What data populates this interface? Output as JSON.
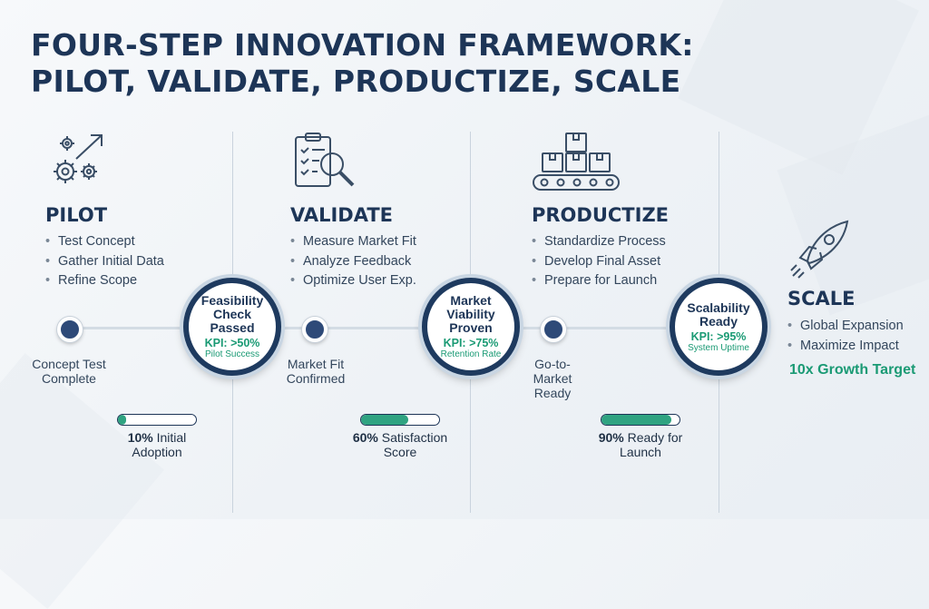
{
  "title": {
    "line1": "FOUR-STEP INNOVATION FRAMEWORK:",
    "line2": "PILOT, VALIDATE, PRODUCTIZE, SCALE"
  },
  "stages": [
    {
      "title": "PILOT",
      "icon": "gears-arrow-icon",
      "bullets": [
        "Test Concept",
        "Gather Initial Data",
        "Refine Scope"
      ]
    },
    {
      "title": "VALIDATE",
      "icon": "clipboard-magnifier-icon",
      "bullets": [
        "Measure Market Fit",
        "Analyze Feedback",
        "Optimize User Exp."
      ]
    },
    {
      "title": "PRODUCTIZE",
      "icon": "conveyor-boxes-icon",
      "bullets": [
        "Standardize Process",
        "Develop Final Asset",
        "Prepare for Launch"
      ]
    },
    {
      "title": "SCALE",
      "icon": "rocket-icon",
      "bullets": [
        "Global Expansion",
        "Maximize Impact"
      ],
      "highlight": "10x Growth Target"
    }
  ],
  "milestones": [
    {
      "line1": "Concept Test",
      "line2": "Complete"
    },
    {
      "line1": "Market Fit",
      "line2": "Confirmed"
    },
    {
      "line1": "Go-to-",
      "line2": "Market",
      "line3": "Ready"
    }
  ],
  "gates": [
    {
      "line1": "Feasibility",
      "line2": "Check",
      "line3": "Passed",
      "kpi": "KPI: >50%",
      "sub": "Pilot Success"
    },
    {
      "line1": "Market",
      "line2": "Viability",
      "line3": "Proven",
      "kpi": "KPI: >75%",
      "sub": "Retention Rate"
    },
    {
      "line1": "Scalability",
      "line2": "Ready",
      "kpi": "KPI: >95%",
      "sub": "System Uptime"
    }
  ],
  "progress": [
    {
      "value": "10%",
      "rest": " Initial",
      "line2": "Adoption",
      "fraction": 0.1
    },
    {
      "value": "60%",
      "rest": " Satisfaction",
      "line2": "Score",
      "fraction": 0.6
    },
    {
      "value": "90%",
      "rest": " Ready for",
      "line2": "Launch",
      "fraction": 0.9
    }
  ],
  "colors": {
    "navy": "#1d3557",
    "accent_green": "#1a9a74",
    "progress_fill": "#2fa381"
  }
}
